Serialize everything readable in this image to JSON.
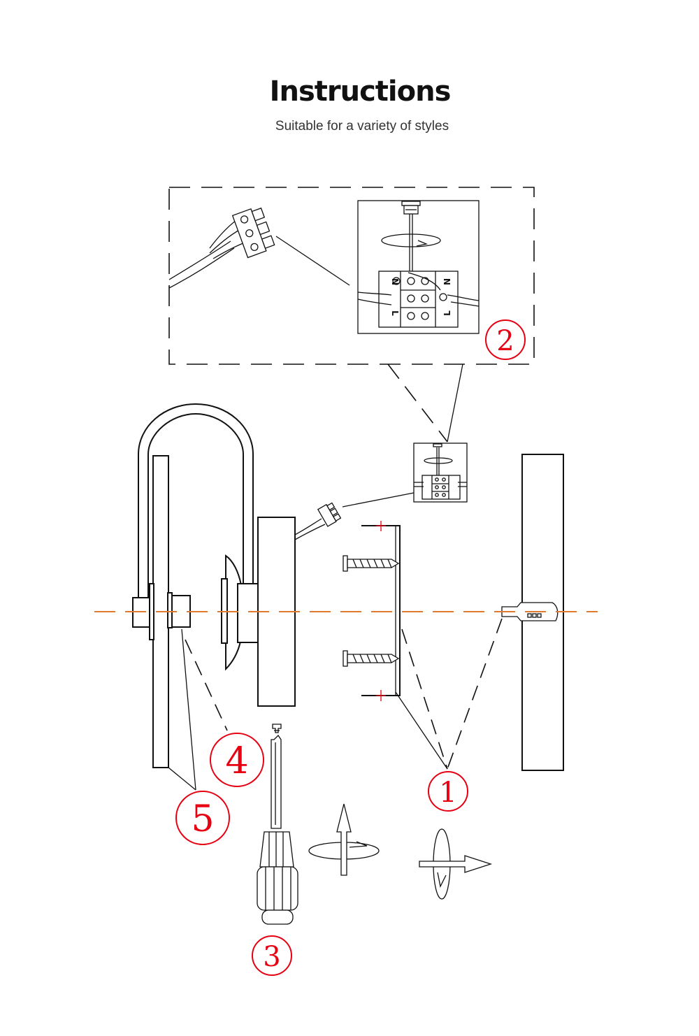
{
  "header": {
    "title": "Instructions",
    "subtitle": "Suitable for a variety of styles"
  },
  "terminals": {
    "left_n": "N",
    "left_l": "L",
    "right_n": "N",
    "right_l": "L"
  },
  "callouts": [
    "1",
    "2",
    "3",
    "4",
    "5"
  ],
  "icons": [
    "wire-connector-icon",
    "terminal-block-icon",
    "screwdriver-icon",
    "screw-icon",
    "rotate-arrow-icon"
  ],
  "colors": {
    "callout": "#e60012",
    "axis": "#e07a2e",
    "line": "#111111"
  }
}
